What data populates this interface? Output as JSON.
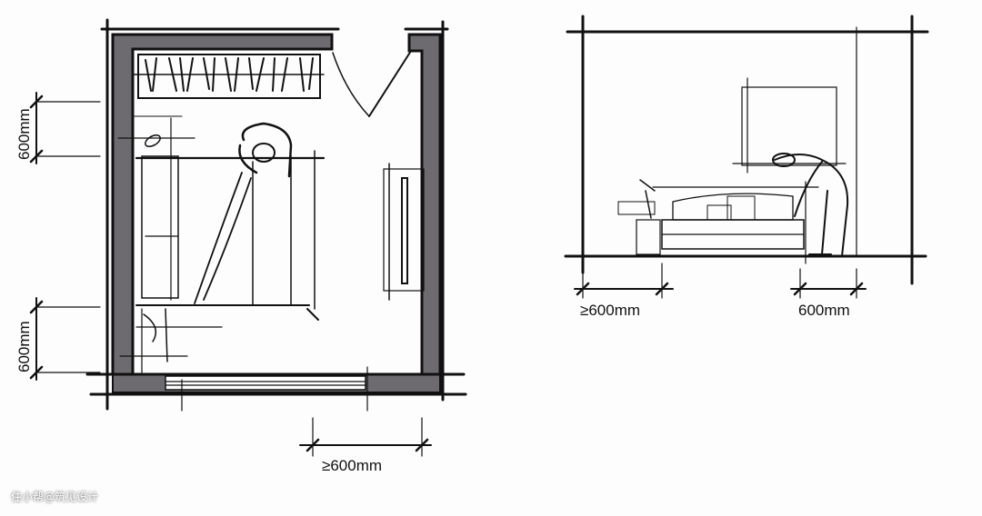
{
  "plan": {
    "dim_left_top": "600mm",
    "dim_left_bottom": "600mm",
    "dim_bottom": "≥600mm"
  },
  "elevation": {
    "dim_left": "≥600mm",
    "dim_right": "600mm"
  },
  "watermark": "住小帮@筑见设计",
  "colors": {
    "wall": "#6e6b70",
    "line": "#111111",
    "background": "#fdfdfd"
  }
}
